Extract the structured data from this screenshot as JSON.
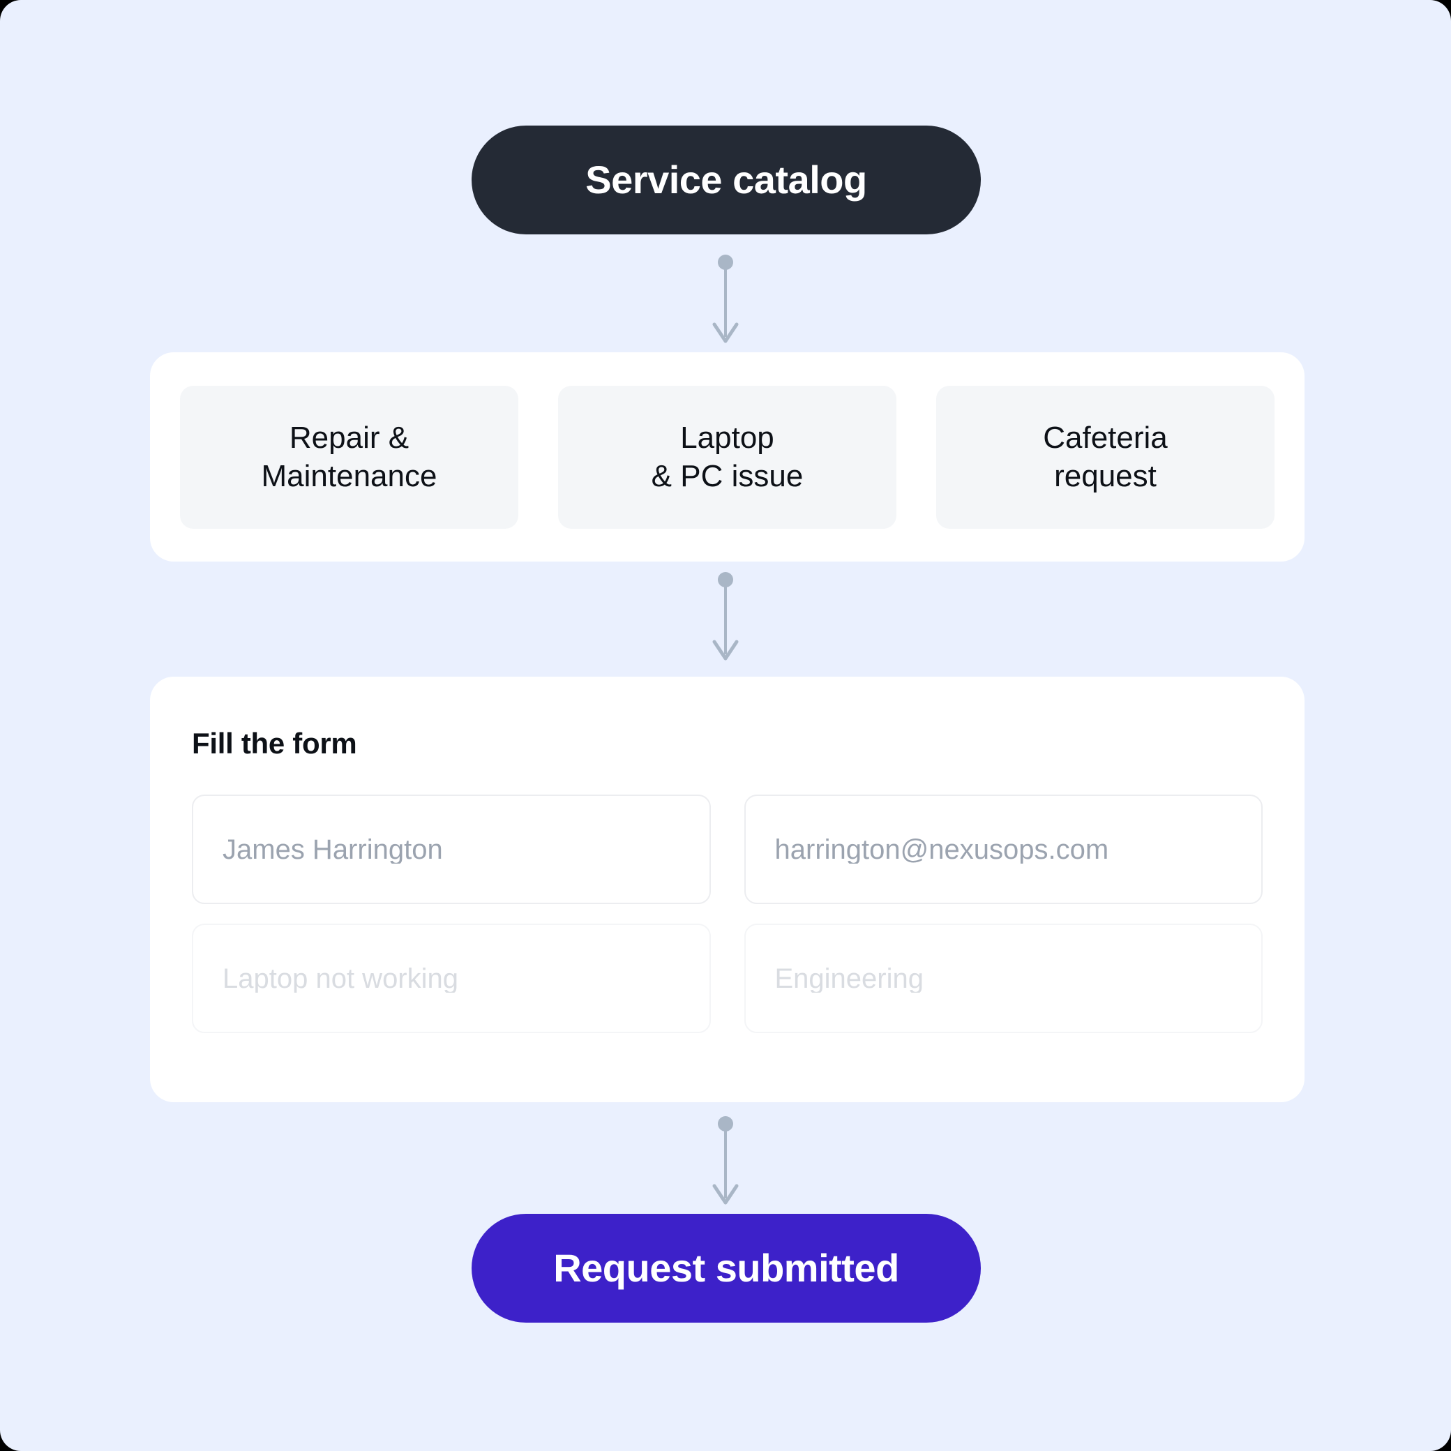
{
  "theme": {
    "page_background": "#eaf0fe",
    "panel_background": "#ffffff",
    "card_background": "#f4f6f8",
    "top_pill_color": "#242a35",
    "cta_pill_color": "#3d21c9",
    "connector_color": "#a9b6c6",
    "text_primary": "#0d1117",
    "placeholder_color": "#9ba3af",
    "placeholder_faded_color": "#d9dce1"
  },
  "flow": {
    "start": {
      "label": "Service catalog"
    },
    "catalog": {
      "cards": [
        {
          "line1": "Repair &",
          "line2": "Maintenance"
        },
        {
          "line1": "Laptop",
          "line2": "& PC issue"
        },
        {
          "line1": "Cafeteria",
          "line2": "request"
        }
      ]
    },
    "form": {
      "title": "Fill the form",
      "fields": [
        {
          "name": "full-name",
          "placeholder": "James Harrington",
          "faded": false
        },
        {
          "name": "email",
          "placeholder": "harrington@nexusops.com",
          "faded": false
        },
        {
          "name": "issue",
          "placeholder": "Laptop not working",
          "faded": true
        },
        {
          "name": "department",
          "placeholder": "Engineering",
          "faded": true
        }
      ]
    },
    "end": {
      "label": "Request submitted"
    },
    "connectors": [
      {
        "name": "catalog-to-cards"
      },
      {
        "name": "cards-to-form"
      },
      {
        "name": "form-to-submit"
      }
    ]
  }
}
